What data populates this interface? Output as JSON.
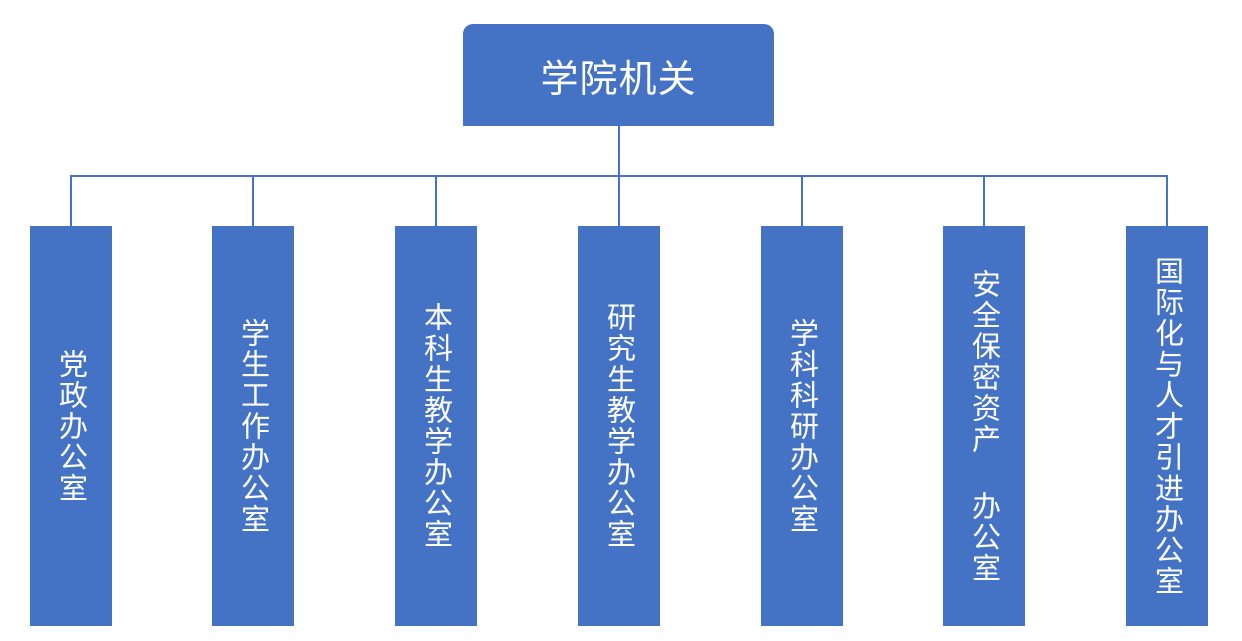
{
  "org_chart": {
    "root": {
      "label": "学院机关"
    },
    "children": [
      {
        "label": "党政办公室"
      },
      {
        "label": "学生工作办公室"
      },
      {
        "label": "本科生教学办公室"
      },
      {
        "label": "研究生教学办公室"
      },
      {
        "label": "学科科研办公室"
      },
      {
        "label": "安全保密资产 办公室"
      },
      {
        "label": "国际化与人才引进办公室"
      }
    ]
  },
  "colors": {
    "box_fill": "#4472c4",
    "connector": "#4472c4",
    "text": "#ffffff"
  }
}
